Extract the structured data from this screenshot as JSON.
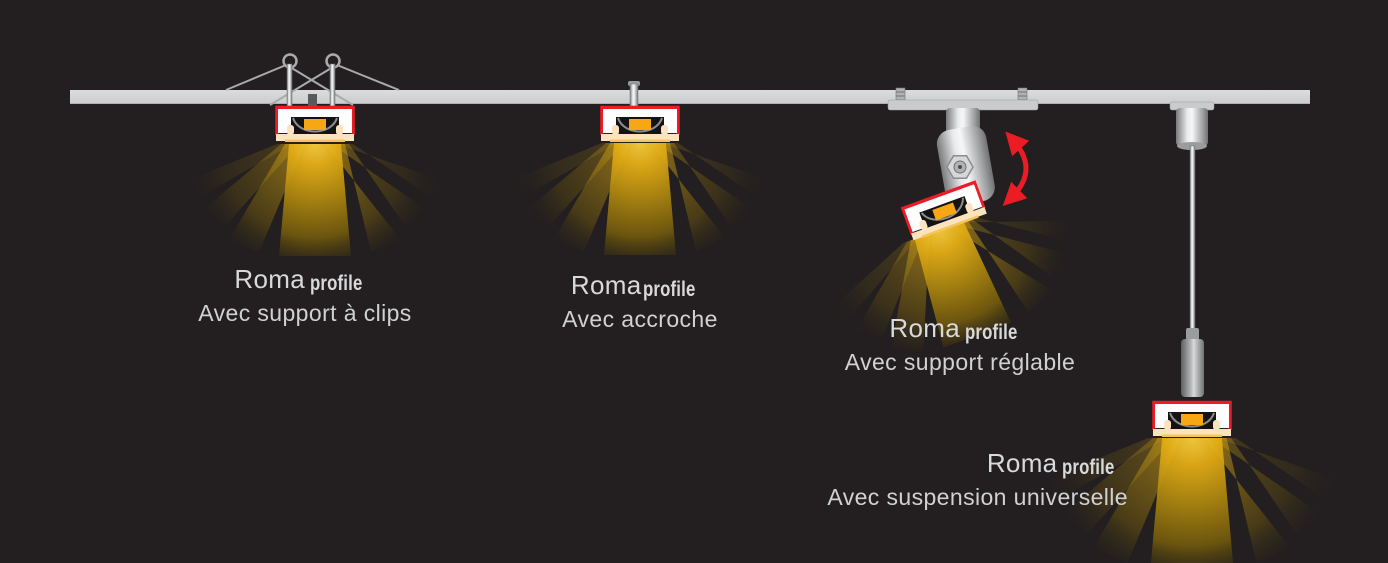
{
  "figure": {
    "background": "#231F20",
    "ceiling_color": "#D1D3D4"
  },
  "colors": {
    "accent_red": "#EC1C24",
    "led_orange": "#F7A614",
    "beam_yellow": "#E2AC15",
    "profile_cream": "#FCE3BE",
    "metal_gray": "#B9BBBD",
    "text_gray": "#D2D4D5"
  },
  "fixtures": [
    {
      "name": "clip-mount",
      "brand": "Roma",
      "brand_suffix": "profile",
      "caption": "Avec support à clips"
    },
    {
      "name": "hook-mount",
      "brand": "Roma",
      "brand_suffix": "profile",
      "caption": "Avec accroche"
    },
    {
      "name": "adjustable-mount",
      "brand": "Roma",
      "brand_suffix": "profile",
      "caption": "Avec support réglable"
    },
    {
      "name": "suspension-mount",
      "brand": "Roma",
      "brand_suffix": "profile",
      "caption": "Avec suspension universelle"
    }
  ]
}
